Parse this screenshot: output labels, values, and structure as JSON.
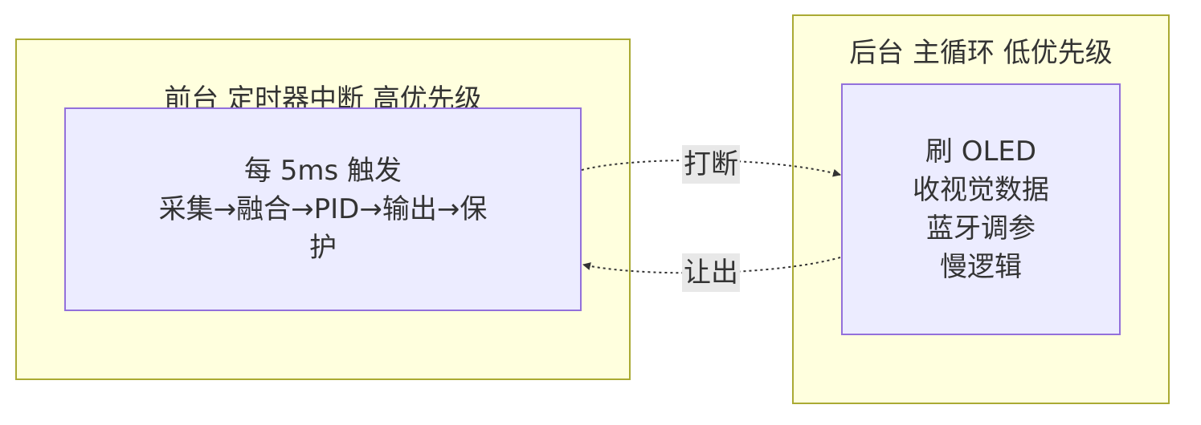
{
  "clusters": {
    "front": {
      "title": "前台 定时器中断 高优先级",
      "node": {
        "lines": [
          "每 5ms 触发",
          "采集→融合→PID→输出→保",
          "护"
        ]
      }
    },
    "back": {
      "title": "后台 主循环 低优先级",
      "node": {
        "lines": [
          "刷 OLED",
          "收视觉数据",
          "蓝牙调参",
          "慢逻辑"
        ]
      }
    }
  },
  "edges": [
    {
      "label": "打断",
      "from": "front",
      "to": "back",
      "style": "dotted"
    },
    {
      "label": "让出",
      "from": "back",
      "to": "front",
      "style": "dotted"
    }
  ],
  "colors": {
    "cluster_fill": "#ffffde",
    "cluster_border": "#aaaa33",
    "node_fill": "#ececff",
    "node_border": "#9370db",
    "edge_stroke": "#333333",
    "label_bg": "#e8e8e8"
  }
}
